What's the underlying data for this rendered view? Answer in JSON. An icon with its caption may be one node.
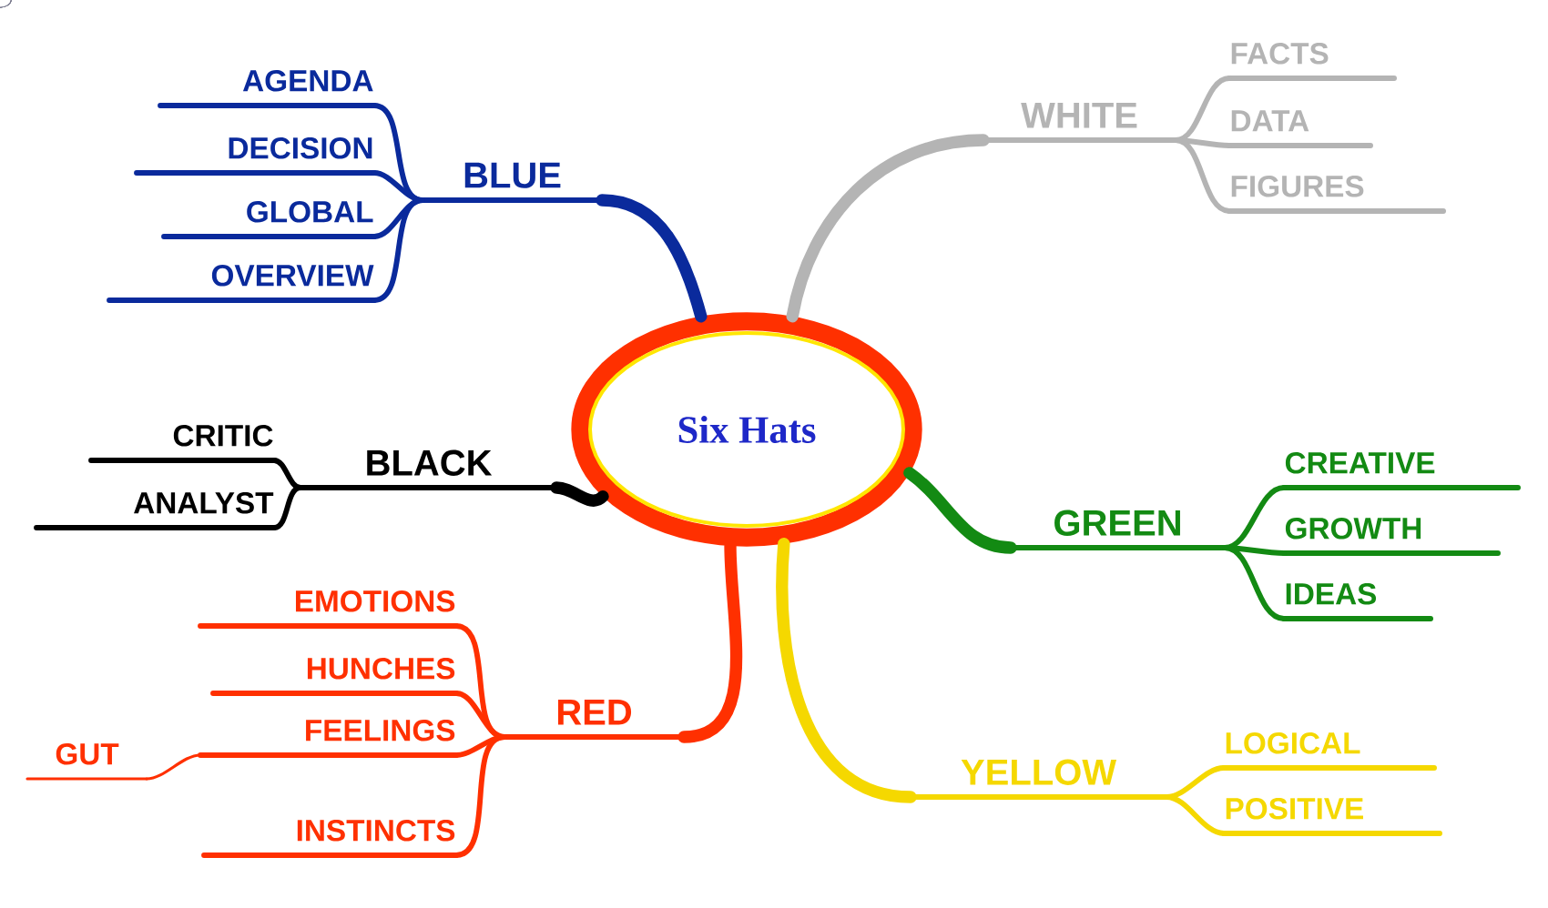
{
  "diagram": {
    "nodes": [
      {
        "text": [
          "Six Hats"
        ]
      },
      {
        "text": [
          "BLUE"
        ]
      },
      {
        "text": [
          "AGENDA"
        ]
      },
      {
        "text": [
          "DECISION"
        ]
      },
      {
        "text": [
          "GLOBAL"
        ]
      },
      {
        "text": [
          "OVERVIEW"
        ]
      },
      {
        "text": [
          "WHITE"
        ]
      },
      {
        "text": [
          "FACTS"
        ]
      },
      {
        "text": [
          "DATA"
        ]
      },
      {
        "text": [
          "FIGURES"
        ]
      },
      {
        "text": [
          "BLACK"
        ]
      },
      {
        "text": [
          "CRITIC"
        ]
      },
      {
        "text": [
          "ANALYST"
        ]
      },
      {
        "text": [
          "GREEN"
        ]
      },
      {
        "text": [
          "CREATIVE"
        ]
      },
      {
        "text": [
          "GROWTH"
        ]
      },
      {
        "text": [
          "IDEAS"
        ]
      },
      {
        "text": [
          "RED"
        ]
      },
      {
        "text": [
          "EMOTIONS"
        ]
      },
      {
        "text": [
          "HUNCHES"
        ]
      },
      {
        "text": [
          "FEELINGS"
        ]
      },
      {
        "text": [
          "GUT"
        ]
      },
      {
        "text": [
          "INSTINCTS"
        ]
      },
      {
        "text": [
          "YELLOW"
        ]
      },
      {
        "text": [
          "LOGICAL"
        ]
      },
      {
        "text": [
          "POSITIVE"
        ]
      }
    ],
    "edges": [
      {
        "from": 0,
        "to": 1,
        "arrow": "none",
        "style": "thick",
        "color": "#0a2a9c"
      },
      {
        "from": 1,
        "to": 2,
        "arrow": "none",
        "color": "#0a2a9c"
      },
      {
        "from": 1,
        "to": 3,
        "arrow": "none",
        "color": "#0a2a9c"
      },
      {
        "from": 1,
        "to": 4,
        "arrow": "none",
        "color": "#0a2a9c"
      },
      {
        "from": 1,
        "to": 5,
        "arrow": "none",
        "color": "#0a2a9c"
      },
      {
        "from": 0,
        "to": 6,
        "arrow": "none",
        "style": "thick",
        "color": "#b4b4b4"
      },
      {
        "from": 6,
        "to": 7,
        "arrow": "none",
        "color": "#b4b4b4"
      },
      {
        "from": 6,
        "to": 8,
        "arrow": "none",
        "color": "#b4b4b4"
      },
      {
        "from": 6,
        "to": 9,
        "arrow": "none",
        "color": "#b4b4b4"
      },
      {
        "from": 0,
        "to": 10,
        "arrow": "none",
        "style": "thick",
        "color": "#000000"
      },
      {
        "from": 10,
        "to": 11,
        "arrow": "none",
        "color": "#000000"
      },
      {
        "from": 10,
        "to": 12,
        "arrow": "none",
        "color": "#000000"
      },
      {
        "from": 0,
        "to": 13,
        "arrow": "none",
        "style": "thick",
        "color": "#138a13"
      },
      {
        "from": 13,
        "to": 14,
        "arrow": "none",
        "color": "#138a13"
      },
      {
        "from": 13,
        "to": 15,
        "arrow": "none",
        "color": "#138a13"
      },
      {
        "from": 13,
        "to": 16,
        "arrow": "none",
        "color": "#138a13"
      },
      {
        "from": 0,
        "to": 17,
        "arrow": "none",
        "style": "thick",
        "color": "#ff3000"
      },
      {
        "from": 17,
        "to": 18,
        "arrow": "none",
        "color": "#ff3000"
      },
      {
        "from": 17,
        "to": 19,
        "arrow": "none",
        "color": "#ff3000"
      },
      {
        "from": 17,
        "to": 20,
        "arrow": "none",
        "color": "#ff3000"
      },
      {
        "from": 20,
        "to": 21,
        "arrow": "none",
        "color": "#ff3000"
      },
      {
        "from": 17,
        "to": 22,
        "arrow": "none",
        "color": "#ff3000"
      },
      {
        "from": 0,
        "to": 23,
        "arrow": "none",
        "style": "thick",
        "color": "#f5d800"
      },
      {
        "from": 23,
        "to": 24,
        "arrow": "none",
        "color": "#f5d800"
      },
      {
        "from": 23,
        "to": 25,
        "arrow": "none",
        "color": "#f5d800"
      }
    ]
  }
}
